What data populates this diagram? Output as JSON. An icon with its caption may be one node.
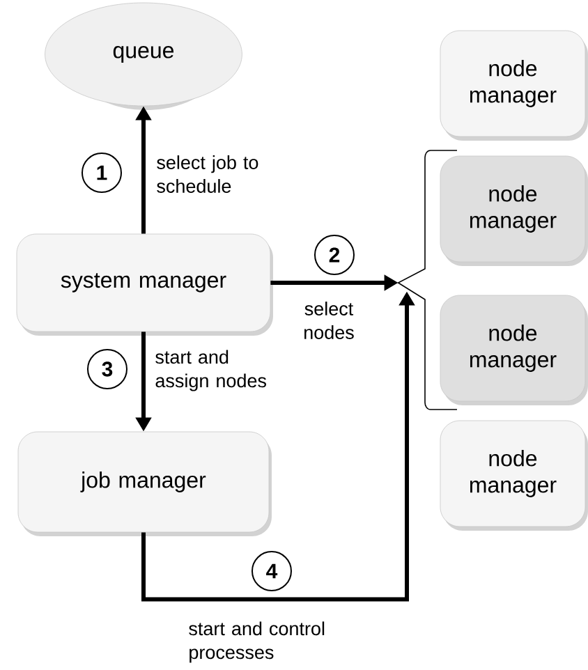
{
  "diagram": {
    "nodes": [
      {
        "text": [
          "queue"
        ]
      },
      {
        "text": [
          "system manager"
        ]
      },
      {
        "text": [
          "job manager"
        ]
      },
      {
        "text": [
          "node manager"
        ]
      },
      {
        "text": [
          "node manager"
        ]
      },
      {
        "text": [
          "node manager"
        ]
      },
      {
        "text": [
          "node manager"
        ]
      },
      {
        "text": [],
        "shape": "bracket"
      }
    ],
    "edges": [
      {
        "from": 1,
        "to": 0,
        "arrow": "to",
        "label": "select job to schedule"
      },
      {
        "from": 1,
        "to": 7,
        "arrow": "to",
        "label": "select nodes"
      },
      {
        "from": 1,
        "to": 2,
        "arrow": "to",
        "label": "start and assign nodes"
      },
      {
        "from": 2,
        "to": 7,
        "arrow": "to",
        "label": "start and control processes"
      }
    ],
    "labels": [
      "1",
      "2",
      "3",
      "4"
    ]
  }
}
